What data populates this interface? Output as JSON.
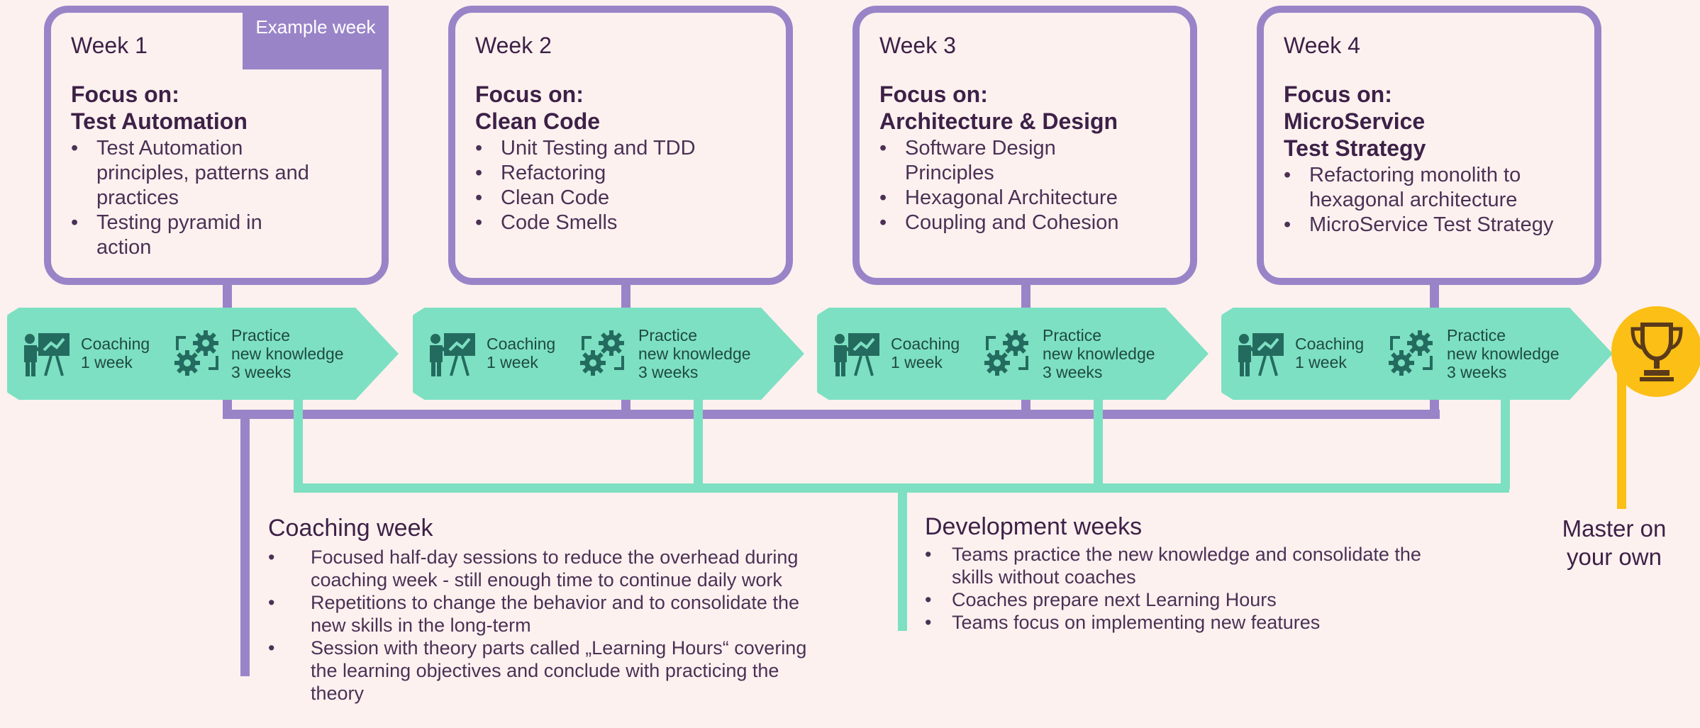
{
  "weeks": [
    {
      "title": "Week 1",
      "focus_label": "Focus on:",
      "focus_topic": [
        "Test Automation"
      ],
      "bullets": [
        "Test Automation principles, patterns and practices",
        "Testing pyramid in action"
      ],
      "tag": "Example week"
    },
    {
      "title": "Week 2",
      "focus_label": "Focus on:",
      "focus_topic": [
        "Clean Code"
      ],
      "bullets": [
        "Unit Testing and TDD",
        "Refactoring",
        "Clean Code",
        "Code Smells"
      ]
    },
    {
      "title": "Week 3",
      "focus_label": "Focus on:",
      "focus_topic": [
        "Architecture & Design"
      ],
      "bullets": [
        "Software Design Principles",
        "Hexagonal Architecture",
        "Coupling and Cohesion"
      ]
    },
    {
      "title": "Week 4",
      "focus_label": "Focus on:",
      "focus_topic": [
        "MicroService",
        "Test Strategy"
      ],
      "bullets": [
        "Refactoring monolith to hexagonal architecture",
        "MicroService Test Strategy"
      ]
    }
  ],
  "phase": {
    "coaching": "Coaching",
    "coaching_duration": "1 week",
    "practice": "Practice",
    "practice_sub": "new knowledge",
    "practice_duration": "3 weeks"
  },
  "coaching_week": {
    "title": "Coaching week",
    "bullets": [
      "Focused half-day sessions to reduce the overhead during coaching week - still enough time to continue daily work",
      "Repetitions to change the behavior and to consolidate the new skills in the long-term",
      "Session with theory parts called „Learning Hours“ covering the learning objectives and conclude with practicing the theory"
    ]
  },
  "development_weeks": {
    "title": "Development weeks",
    "bullets": [
      "Teams practice the new knowledge and consolidate the skills without coaches",
      "Coaches prepare next Learning Hours",
      "Teams focus on implementing new features"
    ]
  },
  "goal": {
    "label": "Master on your own",
    "icon": "trophy-icon"
  },
  "colors": {
    "background": "#fdf1ef",
    "purple": "#9a84c8",
    "mint": "#7de0c2",
    "dark_teal": "#246b5f",
    "gold": "#fbbf15",
    "text": "#3d2147"
  }
}
